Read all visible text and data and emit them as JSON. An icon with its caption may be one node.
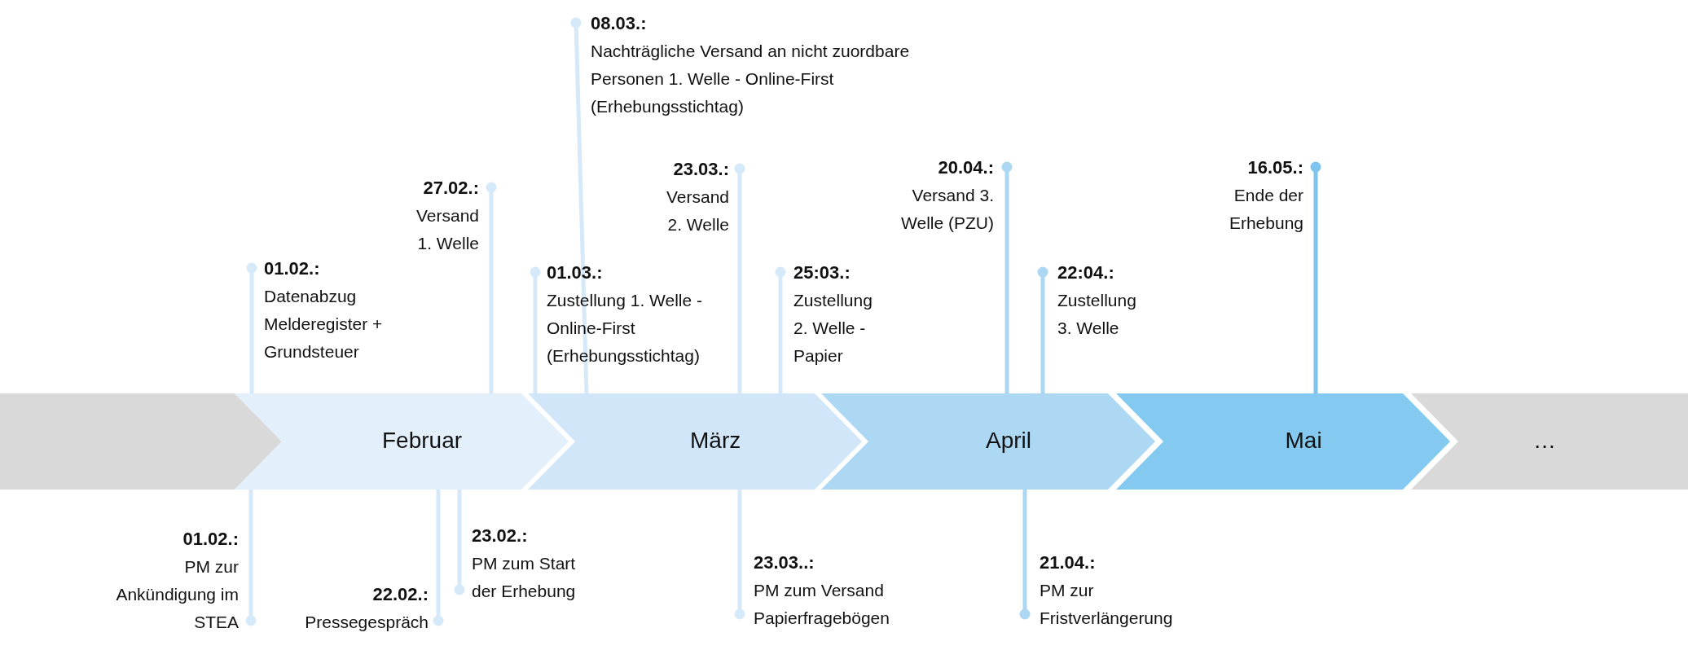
{
  "diagram": {
    "nodes": [
      {
        "text": [],
        "shape": "box"
      },
      {
        "text": [
          "Februar"
        ]
      },
      {
        "text": [
          "März"
        ]
      },
      {
        "text": [
          "April"
        ]
      },
      {
        "text": [
          "Mai"
        ]
      },
      {
        "text": [
          "…"
        ]
      },
      {
        "text": [
          "01.02.:",
          "Datenabzug Melderegister + Grundsteuer"
        ]
      },
      {
        "text": [
          "27.02.:",
          "Versand 1. Welle"
        ]
      },
      {
        "text": [
          "01.03.:",
          "Zustellung 1. Welle - Online-First (Erhebungsstichtag)"
        ]
      },
      {
        "text": [
          "08.03.:",
          "Nachträgliche Versand an nicht zuordbare Personen 1. Welle - Online-First (Erhebungsstichtag)"
        ]
      },
      {
        "text": [
          "23.03.:",
          "Versand 2. Welle"
        ]
      },
      {
        "text": [
          "25:03.:",
          "Zustellung 2. Welle - Papier"
        ]
      },
      {
        "text": [
          "20.04.:",
          "Versand 3. Welle (PZU)"
        ]
      },
      {
        "text": [
          "22:04.:",
          "Zustellung 3. Welle"
        ]
      },
      {
        "text": [
          "16.05.:",
          "Ende der Erhebung"
        ]
      },
      {
        "text": [
          "01.02.:",
          "PM zur Ankündigung im STEA"
        ]
      },
      {
        "text": [
          "22.02.:",
          "Pressegespräch"
        ]
      },
      {
        "text": [
          "23.02.:",
          "PM zum Start der Erhebung"
        ]
      },
      {
        "text": [
          "23.03..:",
          "PM zum Versand Papierfragebögen"
        ]
      },
      {
        "text": [
          "21.04.:",
          "PM zur Fristverlängerung"
        ]
      }
    ],
    "edges": [
      {
        "from": 6,
        "to": 1,
        "arrow": "other"
      },
      {
        "from": 7,
        "to": 1,
        "arrow": "other"
      },
      {
        "from": 8,
        "to": 2,
        "arrow": "other"
      },
      {
        "from": 9,
        "to": 2,
        "arrow": "other"
      },
      {
        "from": 10,
        "to": 2,
        "arrow": "other"
      },
      {
        "from": 11,
        "to": 2,
        "arrow": "other"
      },
      {
        "from": 12,
        "to": 3,
        "arrow": "other",
        "color": "#abd7f3"
      },
      {
        "from": 13,
        "to": 3,
        "arrow": "other",
        "color": "#abd7f3"
      },
      {
        "from": 14,
        "to": 4,
        "arrow": "other",
        "color": "#7fc4ee"
      },
      {
        "from": 15,
        "to": 1,
        "arrow": "other"
      },
      {
        "from": 16,
        "to": 1,
        "arrow": "other"
      },
      {
        "from": 17,
        "to": 1,
        "arrow": "other"
      },
      {
        "from": 18,
        "to": 2,
        "arrow": "other"
      },
      {
        "from": 19,
        "to": 3,
        "arrow": "other",
        "color": "#abd7f3"
      }
    ]
  }
}
